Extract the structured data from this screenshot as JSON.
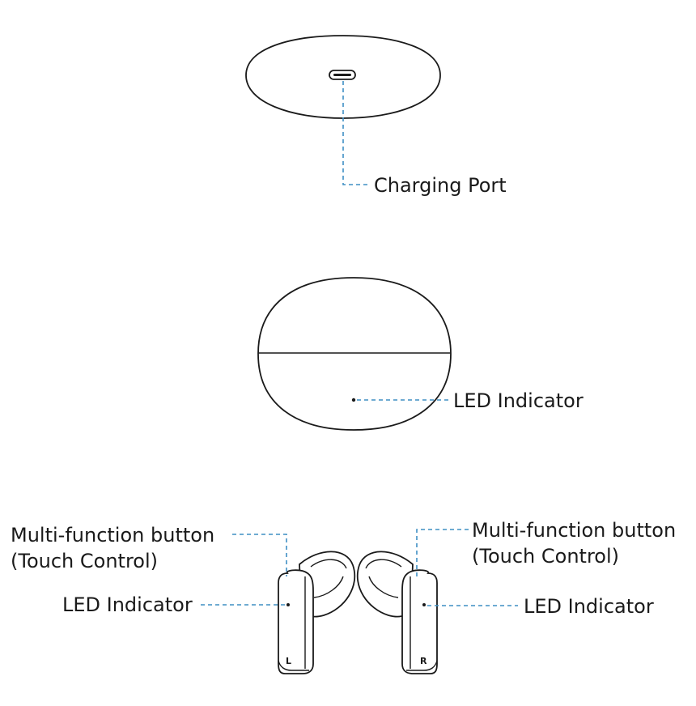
{
  "labels": {
    "charging_port": "Charging Port",
    "case_led": "LED Indicator",
    "left_button_line1": "Multi-function button",
    "left_button_line2": "(Touch Control)",
    "left_led": "LED Indicator",
    "right_button_line1": "Multi-function button",
    "right_button_line2": "(Touch Control)",
    "right_led": "LED Indicator"
  },
  "earbud_marks": {
    "left": "L",
    "right": "R"
  },
  "colors": {
    "leader_line": "#3f8fc4",
    "outline": "#1a1a1a",
    "background": "#ffffff"
  }
}
